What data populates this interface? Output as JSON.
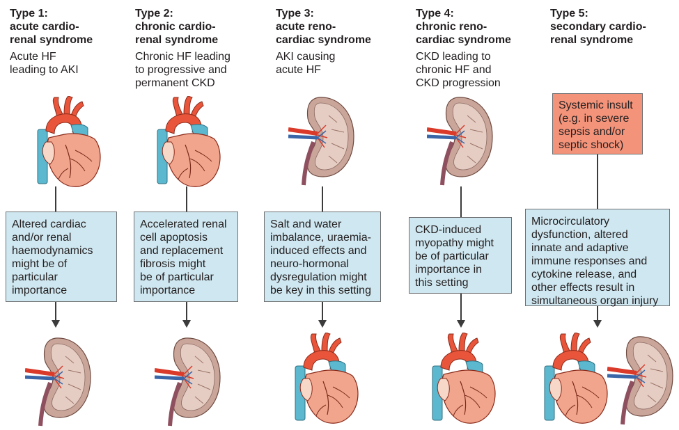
{
  "types": [
    {
      "title": "Type 1:",
      "name": "acute cardio-\nrenal syndrome",
      "description": "Acute HF\nleading to AKI",
      "mechanism": "Altered cardiac\nand/or renal\nhaemodynamics\nmight be of\nparticular\nimportance",
      "top_organ": "heart-icon",
      "bottom_organ": "kidney-icon"
    },
    {
      "title": "Type 2:",
      "name": "chronic cardio-\nrenal syndrome",
      "description": "Chronic HF leading\nto progressive and\npermanent CKD",
      "mechanism": "Accelerated renal\ncell apoptosis\nand replacement\nfibrosis might\nbe of particular\nimportance",
      "top_organ": "heart-icon",
      "bottom_organ": "kidney-icon"
    },
    {
      "title": "Type 3:",
      "name": "acute reno-\ncardiac syndrome",
      "description": "AKI causing\nacute HF",
      "mechanism": "Salt and water\nimbalance, uraemia-\ninduced effects and\nneuro-hormonal\ndysregulation might\nbe key in this setting",
      "top_organ": "kidney-icon",
      "bottom_organ": "heart-icon"
    },
    {
      "title": "Type 4:",
      "name": "chronic reno-\ncardiac syndrome",
      "description": "CKD leading to\nchronic HF and\nCKD progression",
      "mechanism": "CKD-induced\nmyopathy might\nbe of particular\nimportance in\nthis setting",
      "top_organ": "kidney-icon",
      "bottom_organ": "heart-icon"
    },
    {
      "title": "Type 5:",
      "name": "secondary cardio-\nrenal syndrome",
      "insult": "Systemic insult\n(e.g. in severe\nsepsis and/or\nseptic shock)",
      "mechanism": "Microcirculatory\ndysfunction, altered\ninnate and adaptive\nimmune responses and\ncytokine release, and\nother effects result in\nsimultaneous organ injury",
      "bottom_organ": "heart-and-kidney-icons"
    }
  ],
  "colors": {
    "mechanism_box": "#cfe7f0",
    "insult_box": "#f3937a",
    "heart_red": "#e8553a",
    "vessel_blue": "#5bb8cf",
    "kidney_tan": "#c9a59a"
  }
}
